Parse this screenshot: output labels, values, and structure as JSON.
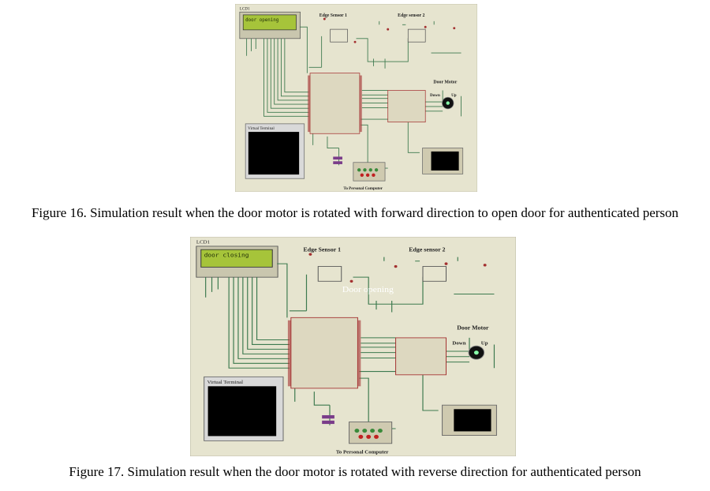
{
  "figures": [
    {
      "caption": "Figure 16. Simulation result when the door motor is rotated with forward direction to open door for authenticated person",
      "lcd_ref": "LCD1",
      "lcd_text": "door opening",
      "sensor1": "Edge Sensor 1",
      "sensor2": "Edge sensor 2",
      "motor": "Door Motor",
      "down": "Down",
      "up": "Up",
      "terminal": "Virtual Terminal",
      "pc": "To Personal Computer",
      "overlay": ""
    },
    {
      "caption": "Figure 17. Simulation result when the door motor is rotated with reverse direction for authenticated person",
      "lcd_ref": "LCD1",
      "lcd_text": "door closing",
      "sensor1": "Edge Sensor 1",
      "sensor2": "Edge sensor 2",
      "motor": "Door Motor",
      "down": "Down",
      "up": "Up",
      "terminal": "Virtual Terminal",
      "pc": "To Personal Computer",
      "overlay": "Door opening"
    }
  ],
  "colors": {
    "schematic_bg": "#e6e4cf",
    "wire": "#3d7a4f",
    "component": "#a33030",
    "lcd_bg": "#a6c43a",
    "terminal_screen": "#000000"
  }
}
